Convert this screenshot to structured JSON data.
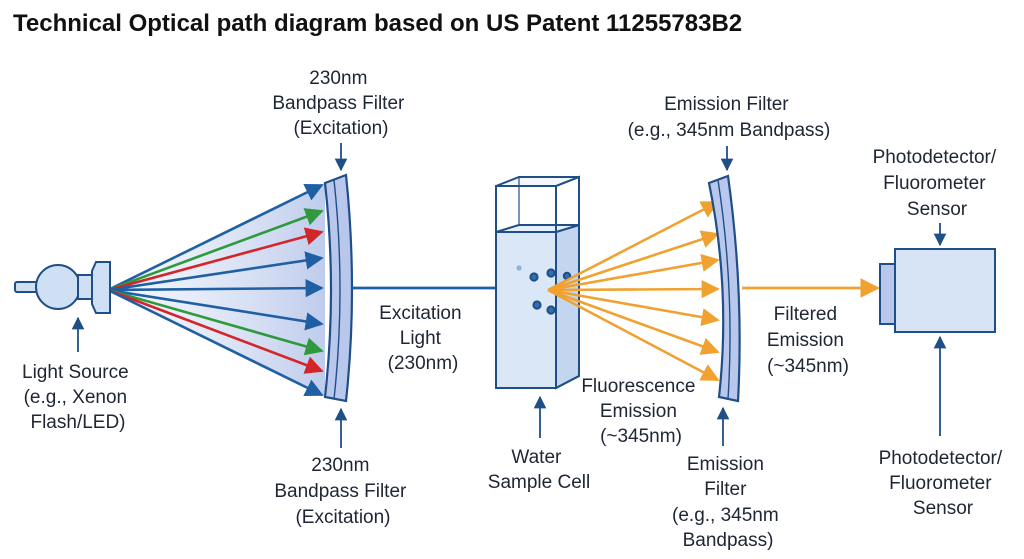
{
  "title": "Technical Optical path diagram based on US Patent 11255783B2",
  "labels": {
    "excitation_filter_top": [
      "230nm",
      "Bandpass Filter",
      "(Excitation)"
    ],
    "excitation_filter_bottom": [
      "230nm",
      "Bandpass Filter",
      "(Excitation)"
    ],
    "emission_filter_top": [
      "Emission Filter",
      "(e.g., 345nm Bandpass)"
    ],
    "emission_filter_bottom": [
      "Emission",
      "Filter",
      "(e.g., 345nm",
      "Bandpass)"
    ],
    "light_source": [
      "Light Source",
      "(e.g., Xenon",
      "Flash/LED)"
    ],
    "excitation_light": [
      "Excitation",
      "Light",
      "(230nm)"
    ],
    "water_sample_cell": [
      "Water",
      "Sample Cell"
    ],
    "fluorescence_emission": [
      "Fluorescence",
      "Emission",
      "(~345nm)"
    ],
    "filtered_emission": [
      "Filtered",
      "Emission",
      "(~345nm)"
    ],
    "photodetector_top": [
      "Photodetector/",
      "Fluorometer",
      "Sensor"
    ],
    "photodetector_bottom": [
      "Photodetector/",
      "Fluorometer",
      "Sensor"
    ]
  },
  "colors": {
    "excitation_blue": "#1f5fa3",
    "ray_green": "#2f9a3c",
    "ray_red": "#d2262a",
    "emission_orange": "#f0a12f",
    "outline": "#1f4f86",
    "component_fill": "#cfe0f5",
    "filter_fill": "#b9c7ec",
    "water_fill": "#d9e7f7"
  }
}
